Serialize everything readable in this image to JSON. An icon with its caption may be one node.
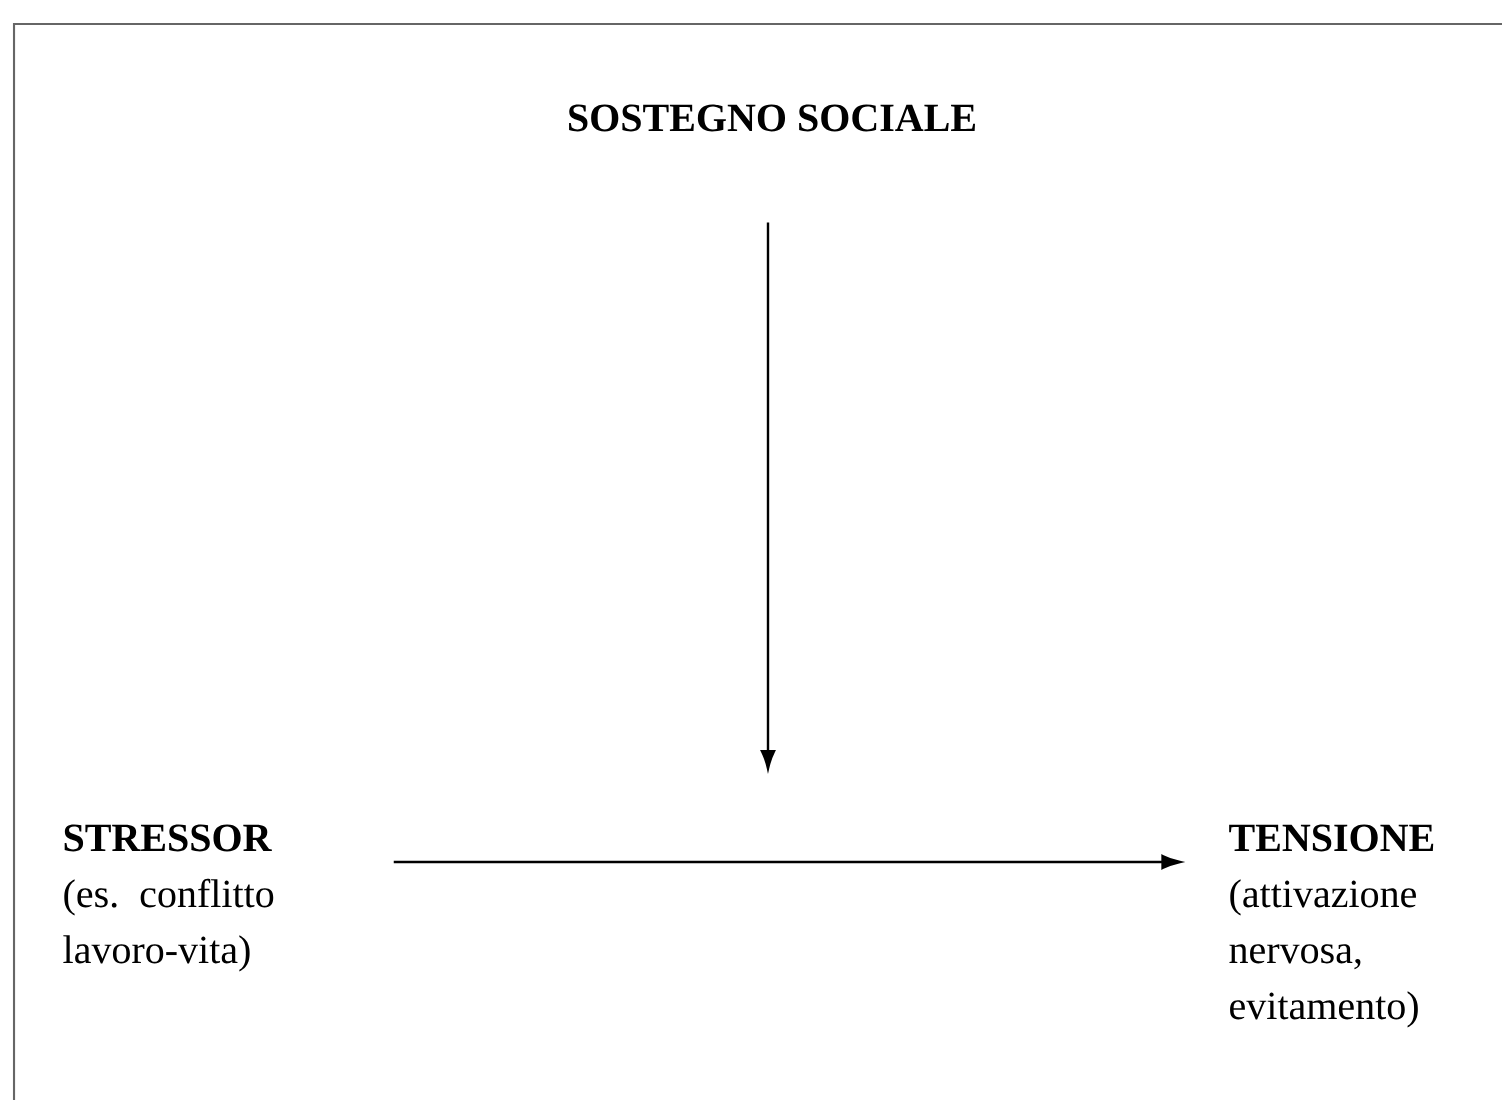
{
  "diagram": {
    "nodes": [
      {
        "text": [
          "SOSTEGNO SOCIALE"
        ]
      },
      {
        "text": [
          "STRESSOR",
          "(es. conflitto lavoro-vita)"
        ]
      },
      {
        "text": [
          "TENSIONE",
          "(attivazione nervosa, evitamento)"
        ]
      }
    ],
    "edges": [
      {
        "from": 1,
        "to": 2,
        "arrow": "to"
      },
      {
        "from": 0,
        "to": null,
        "arrow": "to"
      }
    ]
  }
}
